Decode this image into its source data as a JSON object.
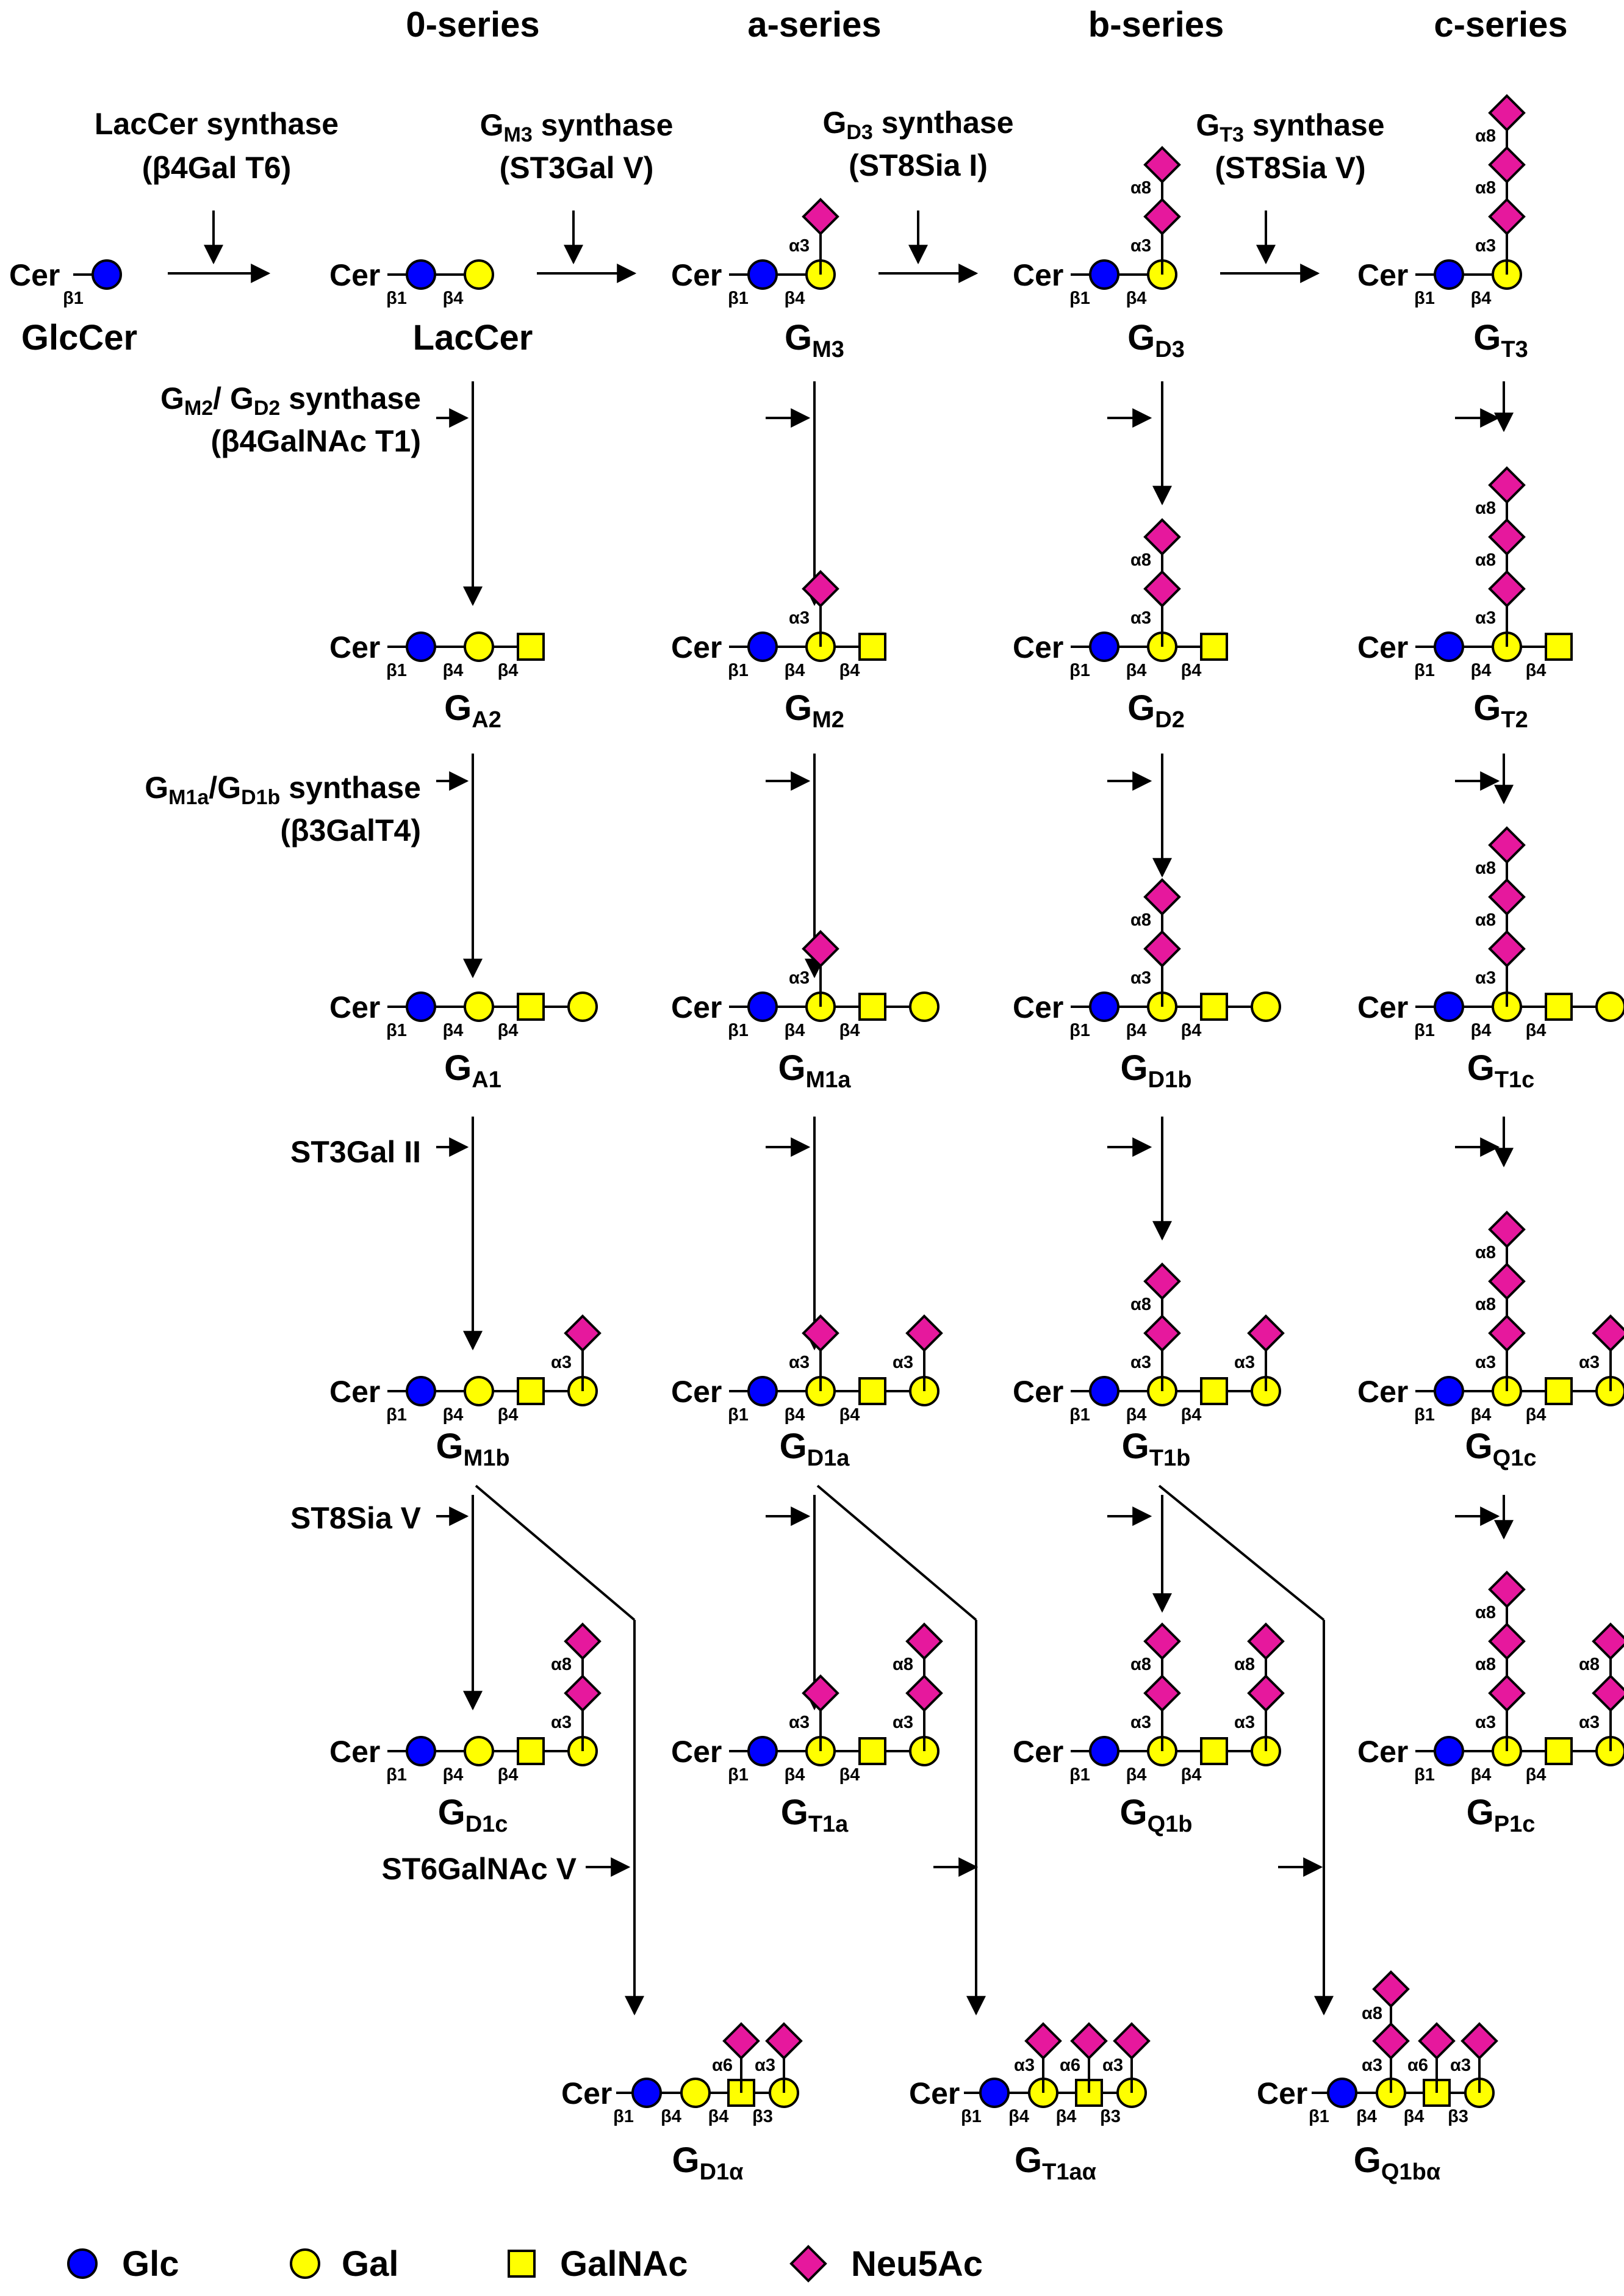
{
  "series_headers": [
    "0-series",
    "a-series",
    "b-series",
    "c-series"
  ],
  "enzymes": {
    "lactosylceramide": [
      "LacCer synthase",
      "(β4Gal T6)"
    ],
    "gm3": {
      "prefix": "G",
      "sub": "M3",
      "rest": " synthase",
      "line2": "(ST3Gal V)"
    },
    "gd3": {
      "prefix": "G",
      "sub": "D3",
      "rest": " synthase",
      "line2": "(ST8Sia I)"
    },
    "gt3": {
      "prefix": "G",
      "sub": "T3",
      "rest": " synthase",
      "line2": "(ST8Sia V)"
    },
    "gm2": {
      "p1": "G",
      "s1": "M2",
      "mid": "/ G",
      "s2": "D2",
      "rest": " synthase",
      "line2": "(β4GalNAc  T1)"
    },
    "gm1": {
      "p1": "G",
      "s1": "M1a",
      "mid": "/G",
      "s2": "D1b",
      "rest": " synthase",
      "line2": "(β3GalT4)"
    },
    "st3galii": "ST3Gal II",
    "st8siav": "ST8Sia V",
    "st6galnacv": "ST6GalNAc V"
  },
  "compounds": {
    "glccer": "GlcCer",
    "laccer": "LacCer",
    "gm3": {
      "p": "G",
      "s": "M3"
    },
    "gd3": {
      "p": "G",
      "s": "D3"
    },
    "gt3": {
      "p": "G",
      "s": "T3"
    },
    "ga2": {
      "p": "G",
      "s": "A2"
    },
    "gm2": {
      "p": "G",
      "s": "M2"
    },
    "gd2": {
      "p": "G",
      "s": "D2"
    },
    "gt2": {
      "p": "G",
      "s": "T2"
    },
    "ga1": {
      "p": "G",
      "s": "A1"
    },
    "gm1a": {
      "p": "G",
      "s": "M1a"
    },
    "gd1b": {
      "p": "G",
      "s": "D1b"
    },
    "gt1c": {
      "p": "G",
      "s": "T1c"
    },
    "gm1b": {
      "p": "G",
      "s": "M1b"
    },
    "gd1a": {
      "p": "G",
      "s": "D1a"
    },
    "gt1b": {
      "p": "G",
      "s": "T1b"
    },
    "gq1c": {
      "p": "G",
      "s": "Q1c"
    },
    "gd1c": {
      "p": "G",
      "s": "D1c"
    },
    "gt1a": {
      "p": "G",
      "s": "T1a"
    },
    "gq1b": {
      "p": "G",
      "s": "Q1b"
    },
    "gp1c": {
      "p": "G",
      "s": "P1c"
    },
    "gd1alpha": {
      "p": "G",
      "s": "D1α"
    },
    "gt1aalpha": {
      "p": "G",
      "s": "T1aα"
    },
    "gq1balpha": {
      "p": "G",
      "s": "Q1bα"
    }
  },
  "glycan": {
    "cer": "Cer",
    "b1": "β1",
    "b3": "β3",
    "b4": "β4",
    "a3": "α3",
    "a6": "α6",
    "a8": "α8"
  },
  "legend": [
    "Glc",
    "Gal",
    "GalNAc",
    "Neu5Ac"
  ],
  "colors": {
    "glc": "#0000ff",
    "gal": "#ffff00",
    "galnac": "#ffff00",
    "neu5ac": "#e6189d",
    "line": "#000000"
  }
}
